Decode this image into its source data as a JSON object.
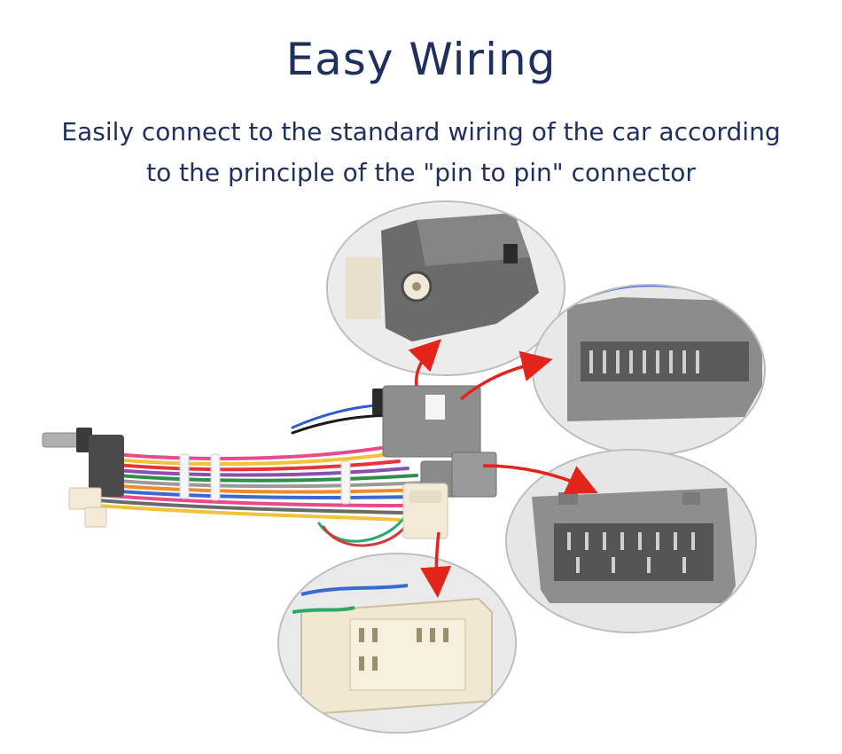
{
  "header": {
    "title": "Easy Wiring",
    "subtitle_line1": "Easily connect to the standard wiring of the car according",
    "subtitle_line2": "to the principle of the \"pin to pin\" connector"
  },
  "colors": {
    "title": "#1f2f5e",
    "arrow": "#e3241b",
    "connector_grey": "#8a8a8a",
    "connector_white": "#f3ead7"
  },
  "icons": {
    "antenna_plug": "antenna-connector-icon",
    "arrow": "red-arrow-icon"
  }
}
